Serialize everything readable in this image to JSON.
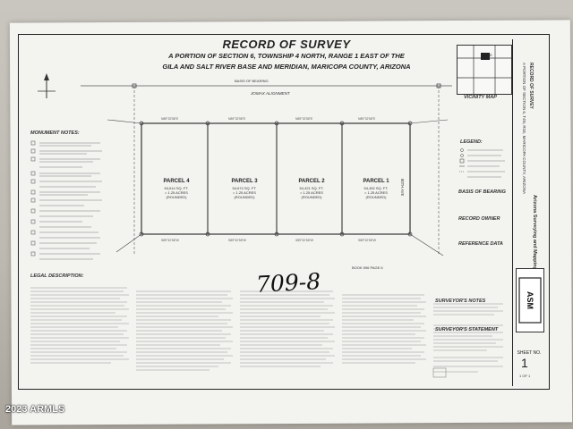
{
  "document": {
    "title": "RECORD OF SURVEY",
    "subtitle_line1": "A PORTION OF SECTION 6, TOWNSHIP 4 NORTH, RANGE 1 EAST OF THE",
    "subtitle_line2": "GILA AND SALT RIVER BASE AND MERIDIAN, MARICOPA COUNTY, ARIZONA",
    "handwritten_note": "709-8",
    "watermark": "2023 ARMLS",
    "alignment_label": "JOMAX ALIGNMENT",
    "basis_label": "BASIS OF BEARING"
  },
  "parcels": [
    {
      "label": "PARCEL 4",
      "area_sqft": "54,614 SQ. FT.",
      "area_acres": "= 1.25 ACRES",
      "note": "(ROUNDED)"
    },
    {
      "label": "PARCEL 3",
      "area_sqft": "54,674 SQ. FT.",
      "area_acres": "= 1.25 ACRES",
      "note": "(ROUNDED)"
    },
    {
      "label": "PARCEL 2",
      "area_sqft": "54,421 SQ. FT.",
      "area_acres": "= 1.25 ACRES",
      "note": "(ROUNDED)"
    },
    {
      "label": "PARCEL 1",
      "area_sqft": "54,452 SQ. FT.",
      "area_acres": "= 1.25 ACRES",
      "note": "(ROUNDED)"
    }
  ],
  "sections": {
    "monument_notes": "MONUMENT NOTES:",
    "legal_description": "LEGAL DESCRIPTION:",
    "vicinity_map": "VICINITY MAP",
    "legend": "LEGEND:",
    "basis_of_bearing": "BASIS OF BEARING",
    "record_owner": "RECORD OWNER",
    "reference_data": "REFERENCE DATA",
    "surveyors_notes": "SURVEYOR'S NOTES",
    "surveyors_statement": "SURVEYOR'S STATEMENT",
    "road_label": "80TH AVE",
    "book_page": "BOOK 596 PAGE 6",
    "sheet_label": "SHEET NO.",
    "sheet_number": "1",
    "sheet_of": "1  OF  1"
  },
  "titleblock": {
    "firm": "Arizona Surveying and Mapping",
    "subject": "RECORD OF SURVEY",
    "location": "A PORTION OF SECTION 6, T4N, R1E, MARICOPA COUNTY, ARIZONA"
  }
}
